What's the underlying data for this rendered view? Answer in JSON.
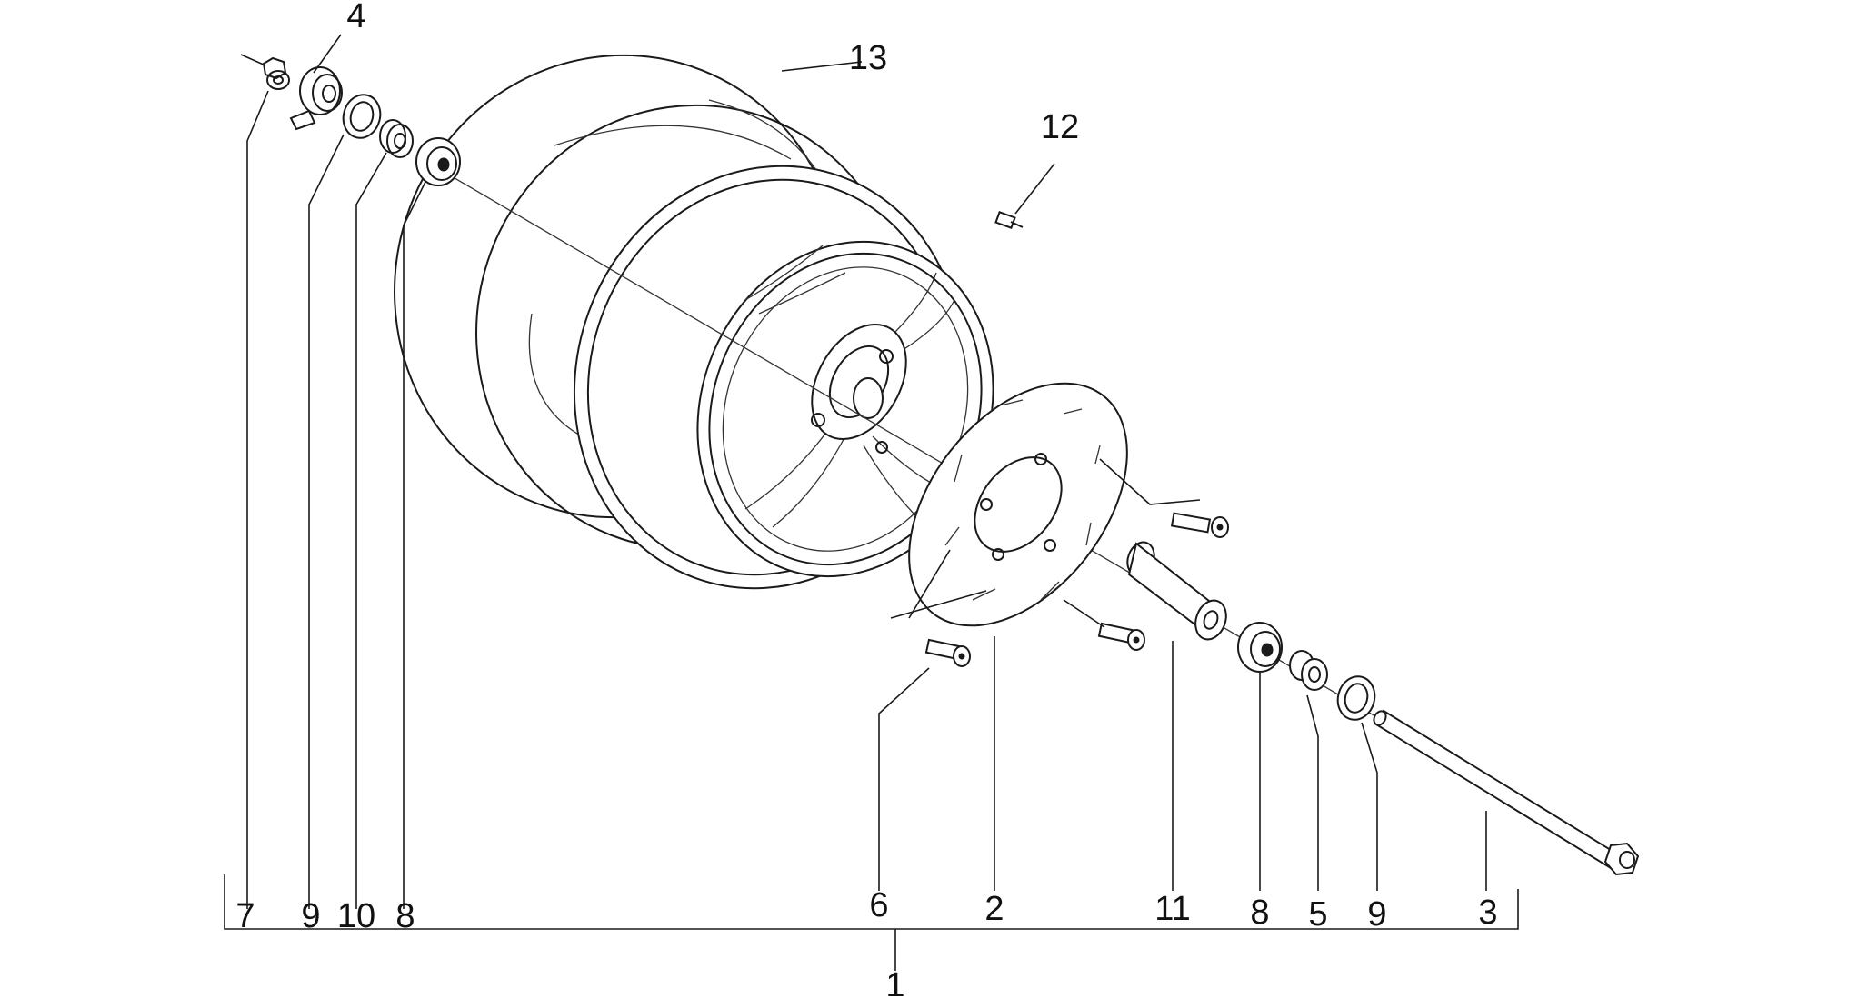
{
  "diagram": {
    "callouts": {
      "c1": "1",
      "c2": "2",
      "c3": "3",
      "c4": "4",
      "c5": "5",
      "c6": "6",
      "c7": "7",
      "c8a": "8",
      "c8b": "8",
      "c9a": "9",
      "c9b": "9",
      "c10": "10",
      "c11": "11",
      "c12": "12",
      "c13": "13"
    }
  }
}
